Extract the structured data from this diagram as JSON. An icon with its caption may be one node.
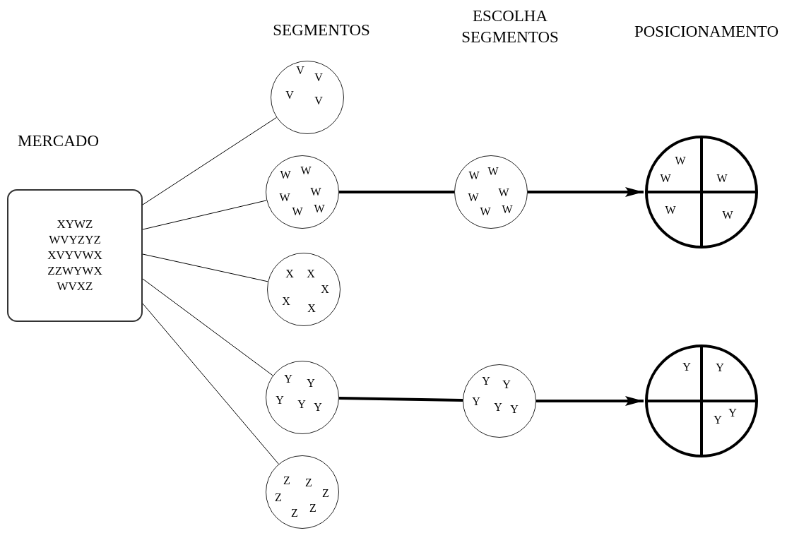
{
  "diagram": {
    "nodes": [
      {
        "text": [
          "MERCADO",
          "XYWZ WVYZYZ XVYVWX ZZWYWX WVXZ"
        ]
      },
      {
        "text": [
          "V",
          "V",
          "V",
          "V"
        ]
      },
      {
        "text": [
          "W",
          "W",
          "W",
          "W",
          "W",
          "W"
        ]
      },
      {
        "text": [
          "X",
          "X",
          "X",
          "X",
          "X"
        ]
      },
      {
        "text": [
          "Y",
          "Y",
          "Y",
          "Y",
          "Y"
        ]
      },
      {
        "text": [
          "Z",
          "Z",
          "Z",
          "Z",
          "Z",
          "Z"
        ]
      },
      {
        "text": [
          "W",
          "W",
          "W",
          "W",
          "W",
          "W"
        ]
      },
      {
        "text": [
          "Y",
          "Y",
          "Y",
          "Y",
          "Y"
        ]
      },
      {
        "text": [
          "W",
          "W",
          "W",
          "W",
          "W"
        ]
      },
      {
        "text": [
          "Y",
          "Y",
          "Y",
          "Y"
        ]
      }
    ],
    "edges": [
      {
        "from": 0,
        "to": 1,
        "arrow": "none"
      },
      {
        "from": 0,
        "to": 2,
        "arrow": "none"
      },
      {
        "from": 0,
        "to": 3,
        "arrow": "none"
      },
      {
        "from": 0,
        "to": 4,
        "arrow": "none"
      },
      {
        "from": 0,
        "to": 5,
        "arrow": "none"
      },
      {
        "from": 2,
        "to": 6,
        "arrow": "none",
        "style": "thick"
      },
      {
        "from": 6,
        "to": 8,
        "arrow": "to",
        "style": "thick"
      },
      {
        "from": 4,
        "to": 7,
        "arrow": "none",
        "style": "thick"
      },
      {
        "from": 7,
        "to": 9,
        "arrow": "to",
        "style": "thick"
      }
    ],
    "labels": [
      "SEGMENTOS",
      "ESCOLHA SEGMENTOS",
      "POSICIONAMENTO"
    ]
  }
}
